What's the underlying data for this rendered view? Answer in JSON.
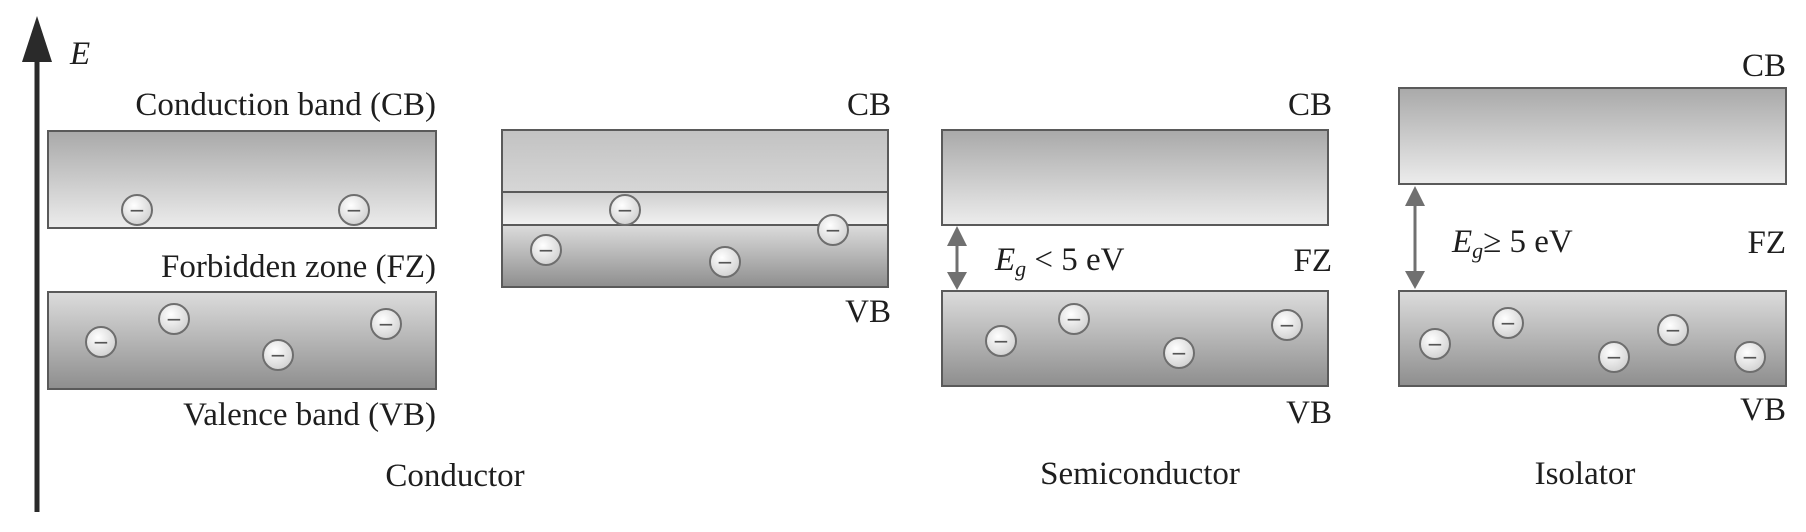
{
  "axis": {
    "label": "E"
  },
  "panels": [
    {
      "name": "conductor",
      "caption": "Conductor",
      "labels": {
        "cb": "Conduction band (CB)",
        "fz": "Forbidden zone (FZ)",
        "vb": "Valence band (VB)"
      }
    },
    {
      "name": "conductor-overlap",
      "labels": {
        "cb": "CB",
        "vb": "VB"
      }
    },
    {
      "name": "semiconductor",
      "caption": "Semiconductor",
      "labels": {
        "cb": "CB",
        "fz": "FZ",
        "vb": "VB"
      },
      "gap": {
        "symbol": "E",
        "subscript": "g",
        "relation": " < 5 eV"
      }
    },
    {
      "name": "isolator",
      "caption": "Isolator",
      "labels": {
        "cb": "CB",
        "fz": "FZ",
        "vb": "VB"
      },
      "gap": {
        "symbol": "E",
        "subscript": "g",
        "relation": "≥ 5 eV"
      }
    }
  ],
  "electron": {
    "symbol": "−"
  },
  "colors": {
    "band_dark": "#8c8c8c",
    "band_light": "#e6e6e6",
    "band_stroke": "#5a5a5a",
    "axis": "#2a2a2a",
    "arrow": "#707070"
  }
}
